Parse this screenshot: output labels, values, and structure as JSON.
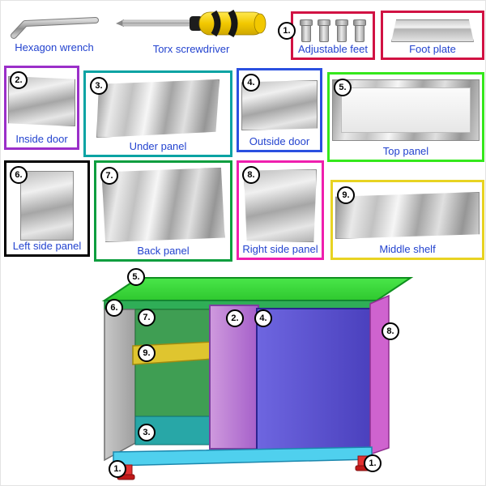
{
  "page": {
    "background": "#ffffff",
    "label_color": "#2343cf"
  },
  "tools": [
    {
      "label": "Hexagon wrench"
    },
    {
      "label": "Torx screwdriver"
    }
  ],
  "parts": [
    {
      "num": "1.",
      "label": "Adjustable feet",
      "border_color": "#d11243"
    },
    {
      "num": "",
      "label": "Foot plate",
      "border_color": "#d11243"
    },
    {
      "num": "2.",
      "label": "Inside door",
      "border_color": "#9b2fc9"
    },
    {
      "num": "3.",
      "label": "Under panel",
      "border_color": "#0aa3a3"
    },
    {
      "num": "4.",
      "label": "Outside door",
      "border_color": "#2b50e0"
    },
    {
      "num": "5.",
      "label": "Top panel",
      "border_color": "#35e81c"
    },
    {
      "num": "6.",
      "label": "Left side panel",
      "border_color": "#000000"
    },
    {
      "num": "7.",
      "label": "Back panel",
      "border_color": "#0d9e3f"
    },
    {
      "num": "8.",
      "label": "Right side panel",
      "border_color": "#ef1fae"
    },
    {
      "num": "9.",
      "label": "Middle shelf",
      "border_color": "#e8d322"
    }
  ],
  "diagram": {
    "callouts": [
      {
        "num": "5."
      },
      {
        "num": "6."
      },
      {
        "num": "7."
      },
      {
        "num": "2."
      },
      {
        "num": "4."
      },
      {
        "num": "8."
      },
      {
        "num": "9."
      },
      {
        "num": "3."
      },
      {
        "num": "1."
      },
      {
        "num": "1."
      }
    ],
    "colors": {
      "top_panel": "#3fd83f",
      "left_side_panel": "#b9b9b9",
      "back_panel": "#3f9e53",
      "inside_door": "#b575d6",
      "outside_door": "#5a50cf",
      "right_side_panel": "#cf63cf",
      "middle_shelf": "#dfc52f",
      "under_panel": "#28a7a7",
      "bottom_rail": "#4fd0ee",
      "adjustable_feet": "#e23030"
    }
  }
}
